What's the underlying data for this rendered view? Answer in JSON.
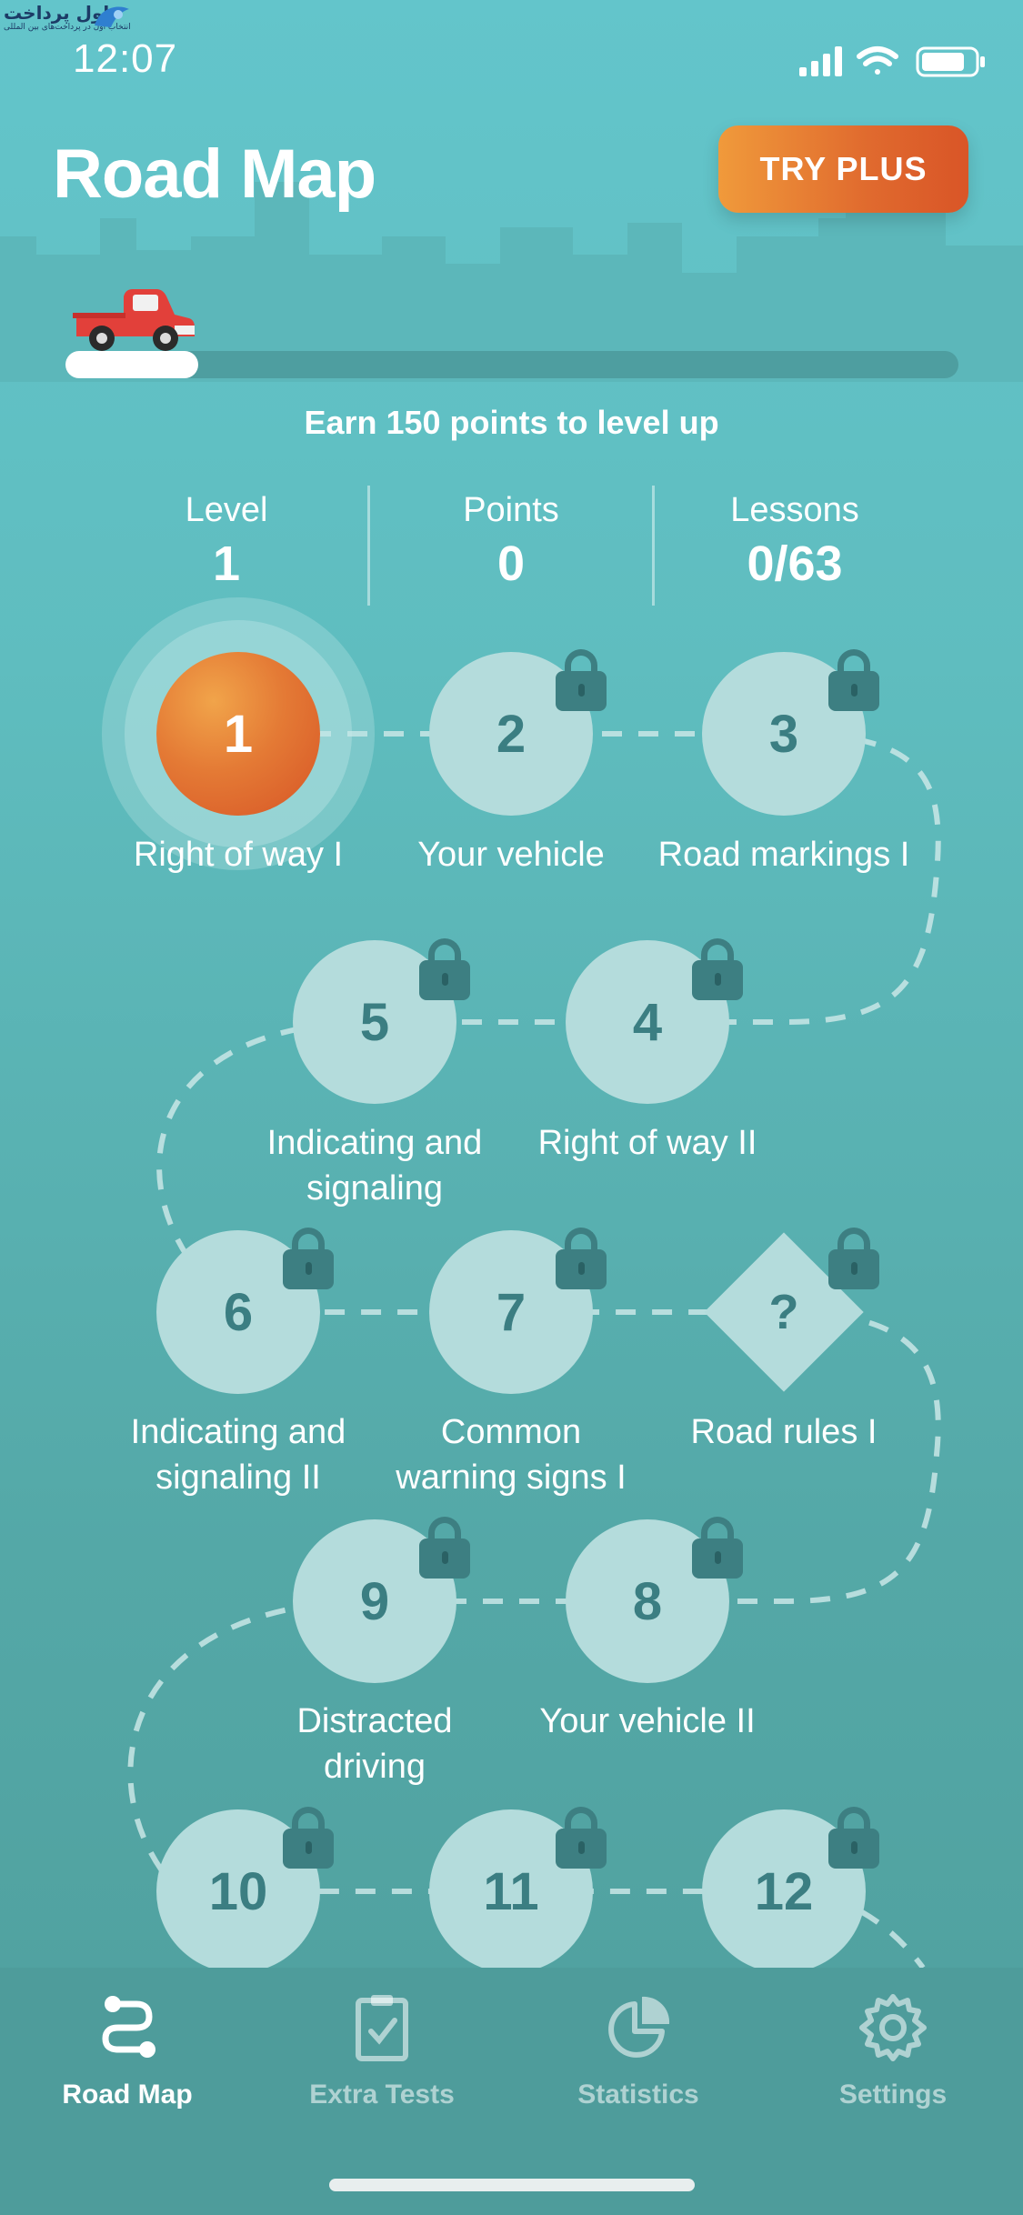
{
  "watermark": {
    "brand": "اول پرداخت",
    "tagline": "انتخاب اول در پرداخت‌های بین المللی"
  },
  "status_bar": {
    "time": "12:07"
  },
  "header": {
    "title": "Road Map",
    "try_plus_label": "TRY PLUS"
  },
  "progress": {
    "fraction": 0.0
  },
  "level_up_message": "Earn 150 points to level up",
  "stats": [
    {
      "label": "Level",
      "value": "1"
    },
    {
      "label": "Points",
      "value": "0"
    },
    {
      "label": "Lessons",
      "value": "0/63"
    }
  ],
  "lessons": [
    {
      "number": "1",
      "title": "Right of way I",
      "locked": false,
      "active": true
    },
    {
      "number": "2",
      "title": "Your vehicle",
      "locked": true
    },
    {
      "number": "3",
      "title": "Road markings I",
      "locked": true
    },
    {
      "number": "4",
      "title": "Right of way II",
      "locked": true
    },
    {
      "number": "5",
      "title": "Indicating and signaling",
      "locked": true
    },
    {
      "number": "6",
      "title": "Indicating and signaling II",
      "locked": true
    },
    {
      "number": "7",
      "title": "Common warning signs I",
      "locked": true
    },
    {
      "number": "?",
      "title": "Road rules I",
      "locked": true,
      "type": "quiz"
    },
    {
      "number": "8",
      "title": "Your vehicle II",
      "locked": true
    },
    {
      "number": "9",
      "title": "Distracted driving",
      "locked": true
    },
    {
      "number": "10",
      "title": "",
      "locked": true
    },
    {
      "number": "11",
      "title": "",
      "locked": true
    },
    {
      "number": "12",
      "title": "",
      "locked": true
    }
  ],
  "tabbar": [
    {
      "label": "Road Map",
      "icon": "road-map-icon",
      "active": true
    },
    {
      "label": "Extra Tests",
      "icon": "clipboard-check-icon"
    },
    {
      "label": "Statistics",
      "icon": "pie-chart-icon"
    },
    {
      "label": "Settings",
      "icon": "gear-icon"
    }
  ],
  "colors": {
    "accent": "#e06a2e",
    "node": "#b4dcdc",
    "node_text": "#3b7e82"
  }
}
